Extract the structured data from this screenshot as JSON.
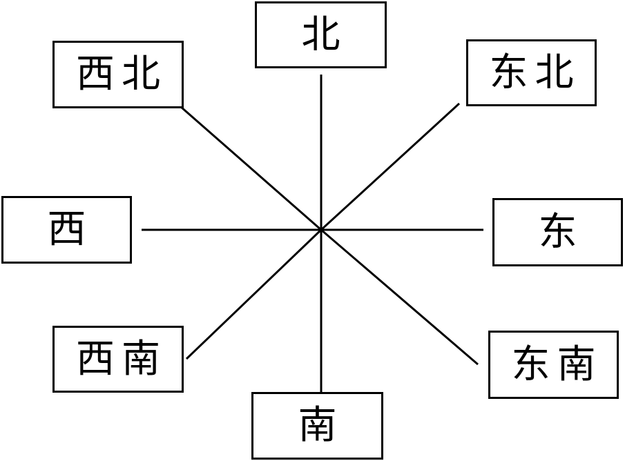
{
  "directions": {
    "north": "北",
    "northeast": "东北",
    "east": "东",
    "southeast": "东南",
    "south": "南",
    "southwest": "西南",
    "west": "西",
    "northwest": "西北"
  }
}
